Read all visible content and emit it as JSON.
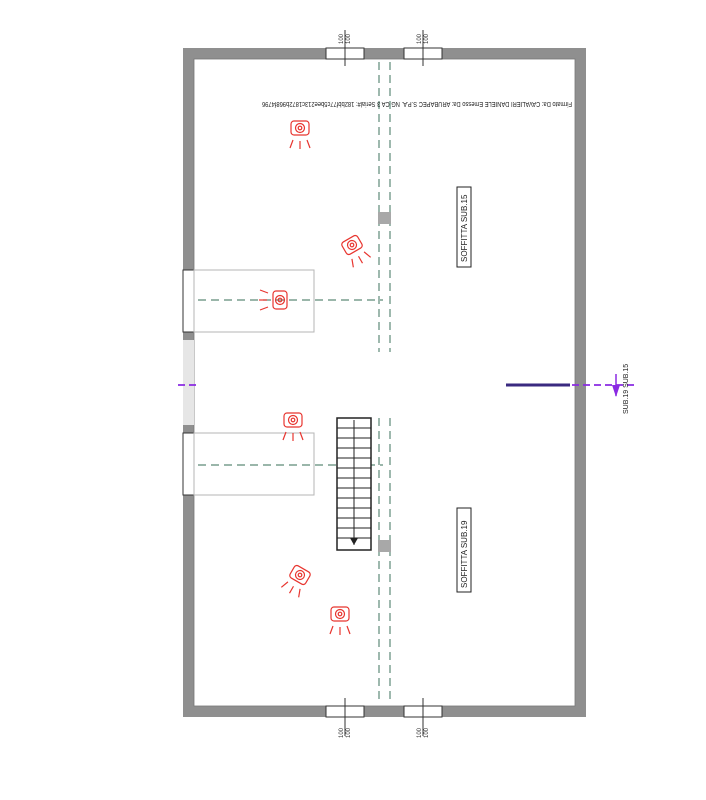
{
  "signature": "Firmato Da: CAVALIERI DANIELE Emesso Da: ARUBAPEC S.P.A. NG CA 3 Serial#: 182bbf77c5bee213c1872b968f4796",
  "rooms": [
    {
      "label": "SOFFITTA  SUB.15"
    },
    {
      "label": "SOFFITTA  SUB.19"
    }
  ],
  "section_label": "SUB.19   SUB.15",
  "window_dims": {
    "top_left": [
      "100",
      "100"
    ],
    "top_right": [
      "100",
      "100"
    ],
    "bottom_left": [
      "100",
      "100"
    ],
    "bottom_right": [
      "100",
      "100"
    ]
  },
  "colors": {
    "wall": "#8f8f8f",
    "cctv": "#e8352f",
    "axis": "#5d8a78",
    "section": "#8a2be2"
  },
  "icons": [
    "cctv-camera-icon",
    "stair-arrow-icon"
  ]
}
